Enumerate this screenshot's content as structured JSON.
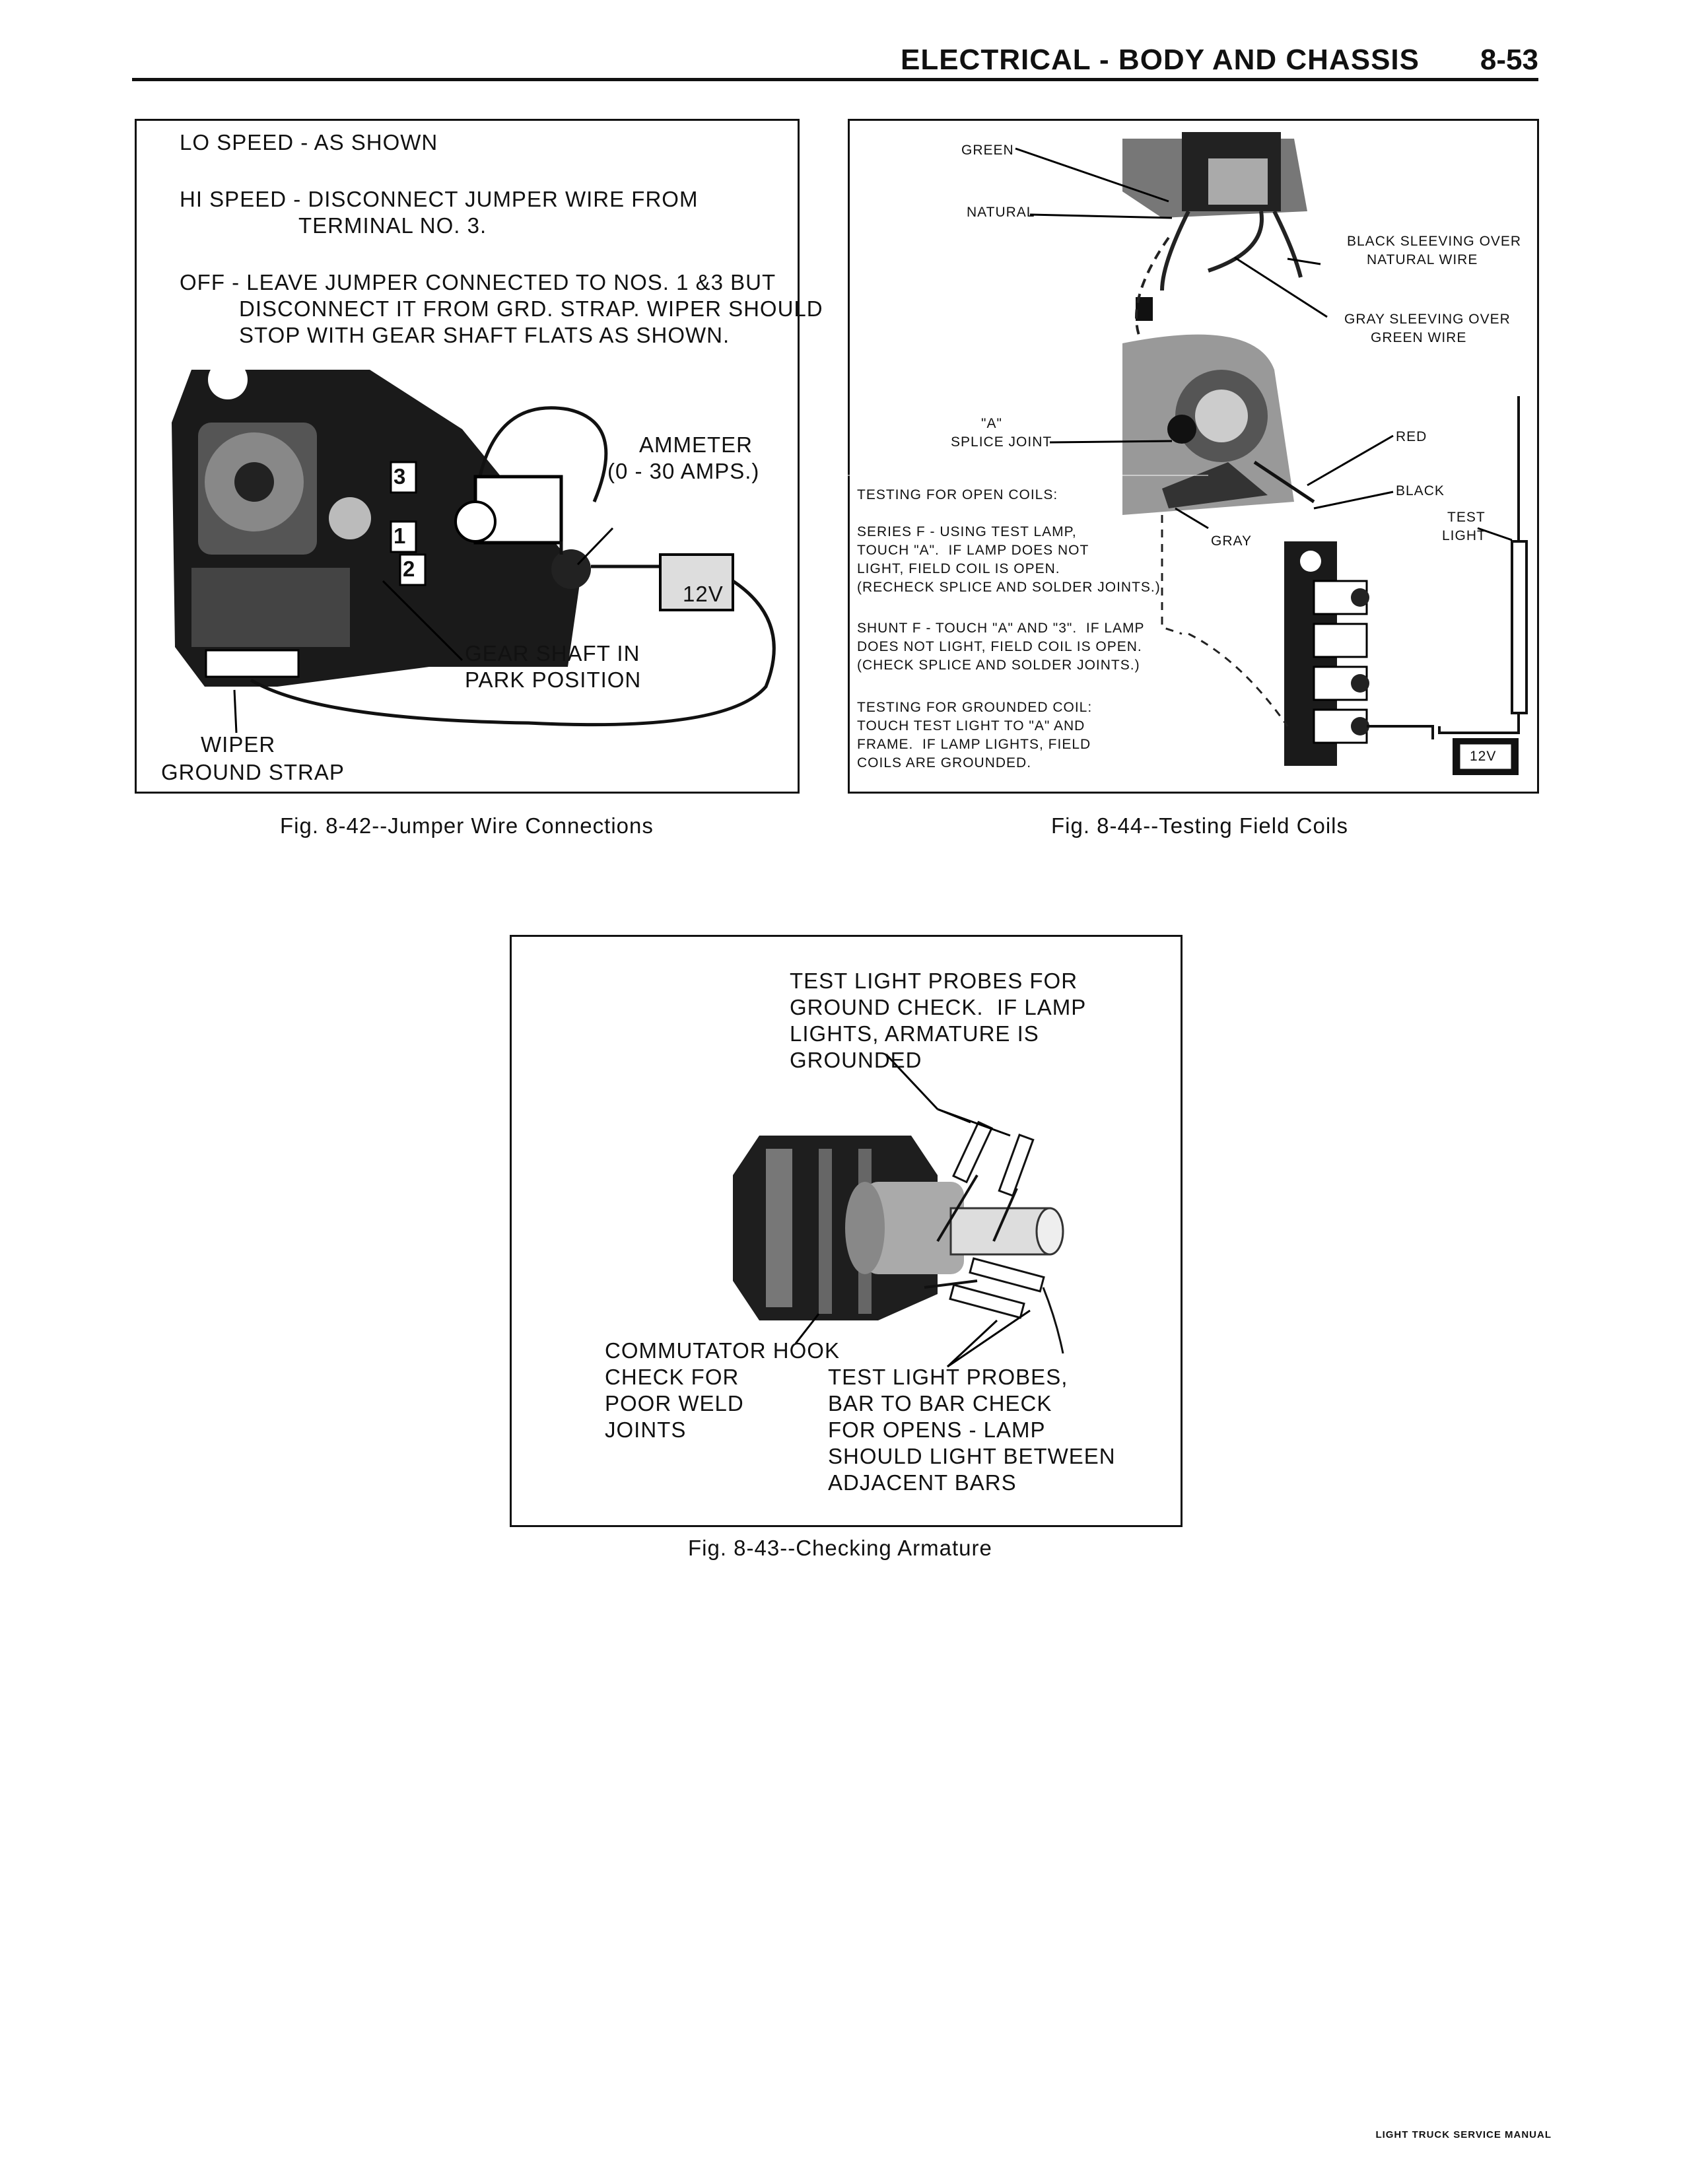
{
  "header": {
    "section_title": "ELECTRICAL - BODY AND CHASSIS",
    "page_number": "8-53"
  },
  "fig42": {
    "caption": "Fig. 8-42--Jumper Wire Connections",
    "lo_speed": "LO SPEED - AS SHOWN",
    "hi_speed_1": "HI SPEED - DISCONNECT JUMPER WIRE FROM",
    "hi_speed_2": "TERMINAL NO. 3.",
    "off_1": "OFF - LEAVE JUMPER CONNECTED TO NOS. 1 &3 BUT",
    "off_2": "DISCONNECT IT FROM GRD. STRAP. WIPER SHOULD",
    "off_3": "STOP WITH GEAR SHAFT FLATS AS SHOWN.",
    "ammeter_1": "AMMETER",
    "ammeter_2": "(0 - 30 AMPS.)",
    "battery": "12V",
    "gear_shaft_1": "GEAR SHAFT IN",
    "gear_shaft_2": "PARK POSITION",
    "wiper_1": "WIPER",
    "wiper_2": "GROUND STRAP",
    "terminal_3": "3",
    "terminal_1": "1",
    "terminal_2": "2"
  },
  "fig44": {
    "caption": "Fig. 8-44--Testing Field Coils",
    "green": "GREEN",
    "natural": "NATURAL",
    "black_sleeving_1": "BLACK SLEEVING OVER",
    "black_sleeving_2": "NATURAL WIRE",
    "gray_sleeving_1": "GRAY SLEEVING OVER",
    "gray_sleeving_2": "GREEN WIRE",
    "splice_1": "\"A\"",
    "splice_2": "SPLICE JOINT",
    "red": "RED",
    "black": "BLACK",
    "gray": "GRAY",
    "test_light_1": "TEST",
    "test_light_2": "LIGHT",
    "battery": "12V",
    "open_heading": "TESTING FOR OPEN COILS:",
    "series_1": "SERIES F - USING TEST LAMP,",
    "series_2": "TOUCH \"A\".  IF LAMP DOES NOT",
    "series_3": "LIGHT, FIELD COIL IS OPEN.",
    "series_4": "(RECHECK SPLICE AND SOLDER JOINTS.)",
    "shunt_1": "SHUNT F - TOUCH \"A\" AND \"3\".  IF LAMP",
    "shunt_2": "DOES NOT LIGHT, FIELD COIL IS OPEN.",
    "shunt_3": "(CHECK SPLICE AND SOLDER JOINTS.)",
    "grounded_1": "TESTING FOR GROUNDED COIL:",
    "grounded_2": "TOUCH TEST LIGHT TO \"A\" AND",
    "grounded_3": "FRAME.  IF LAMP LIGHTS, FIELD",
    "grounded_4": "COILS ARE GROUNDED."
  },
  "fig43": {
    "caption": "Fig. 8-43--Checking Armature",
    "probes_1": "TEST LIGHT PROBES FOR",
    "probes_2": "GROUND CHECK.  IF LAMP",
    "probes_3": "LIGHTS, ARMATURE IS",
    "probes_4": "GROUNDED",
    "hook_1": "COMMUTATOR HOOK",
    "hook_2": "CHECK FOR",
    "hook_3": "POOR WELD",
    "hook_4": "JOINTS",
    "bar_1": "TEST LIGHT PROBES,",
    "bar_2": "BAR TO BAR CHECK",
    "bar_3": "FOR OPENS - LAMP",
    "bar_4": "SHOULD LIGHT BETWEEN",
    "bar_5": "ADJACENT BARS"
  },
  "footer": {
    "text": "LIGHT TRUCK SERVICE MANUAL"
  }
}
